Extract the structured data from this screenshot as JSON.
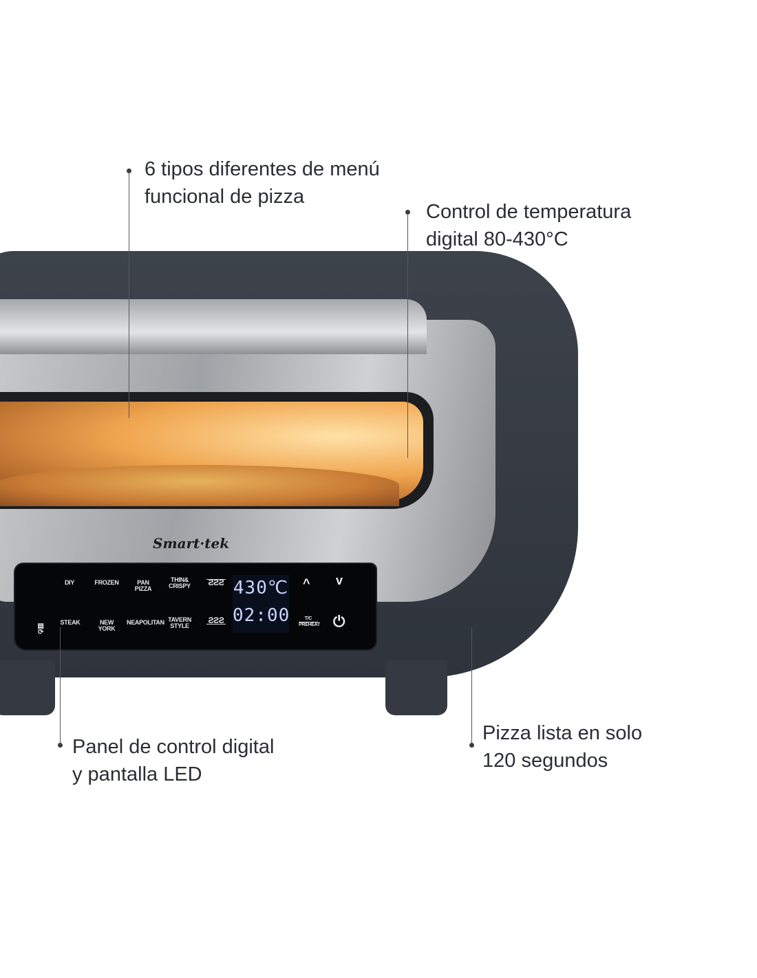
{
  "callouts": [
    {
      "line1": "6 tipos diferentes de menú",
      "line2": "funcional de pizza"
    },
    {
      "line1": "Control de temperatura",
      "line2": "digital 80-430°C"
    },
    {
      "line1": "Panel de control digital",
      "line2": "y pantalla LED"
    },
    {
      "line1": "Pizza lista en solo",
      "line2": "120 segundos"
    }
  ],
  "brand": "Smart-tek",
  "panel": {
    "top_row": [
      "DIY",
      "FROZEN",
      "PAN PIZZA",
      "THIN& CRISPY"
    ],
    "bottom_row": [
      "STEAK",
      "NEW YORK",
      "NEAPOLITAN",
      "TAVERN STYLE"
    ],
    "heat_top": "ƧƧƧ",
    "heat_bottom": "ƧƧƧ",
    "temperature": "430℃",
    "time": "02:00",
    "up": "^",
    "down": "v",
    "tc_preheat_top": "T/C",
    "tc_preheat_bottom": "PREHEAT",
    "power": "⏻"
  }
}
